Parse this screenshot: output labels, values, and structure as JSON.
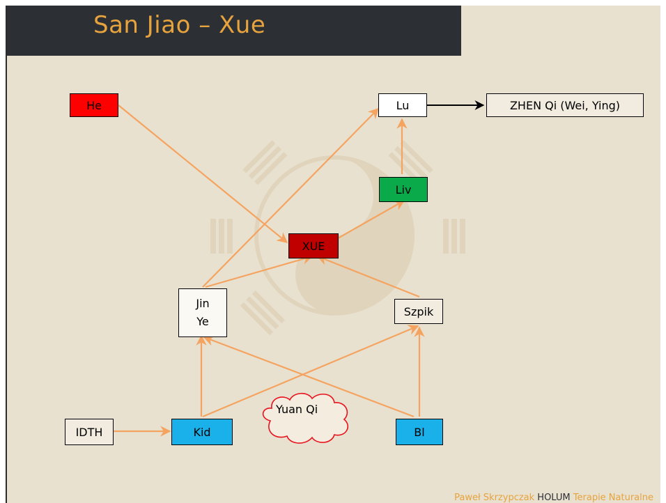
{
  "title": "San Jiao – Xue",
  "nodes": {
    "he": "He",
    "lu": "Lu",
    "zhen": "ZHEN Qi (Wei, Ying)",
    "liv": "Liv",
    "xue": "XUE",
    "jin": "Jin",
    "ye": "Ye",
    "szpik": "Szpik",
    "idth": "IDTH",
    "kid": "Kid",
    "bl": "Bl",
    "yuan_qi": "Yuan Qi"
  },
  "footer": {
    "author": "Paweł Skrzypczak ",
    "brand": "HOLUM",
    "tagline": " Terapie Naturalne"
  },
  "colors": {
    "title_bar": "#2c2f34",
    "title_text": "#e6a33e",
    "background": "#e9e1cf",
    "arrow": "#f4a460",
    "he": "#ff0000",
    "liv": "#0aaa4a",
    "xue": "#c00000",
    "kid": "#1ab0ea",
    "bl": "#1ab0ea",
    "cloud": "#e8111c"
  }
}
